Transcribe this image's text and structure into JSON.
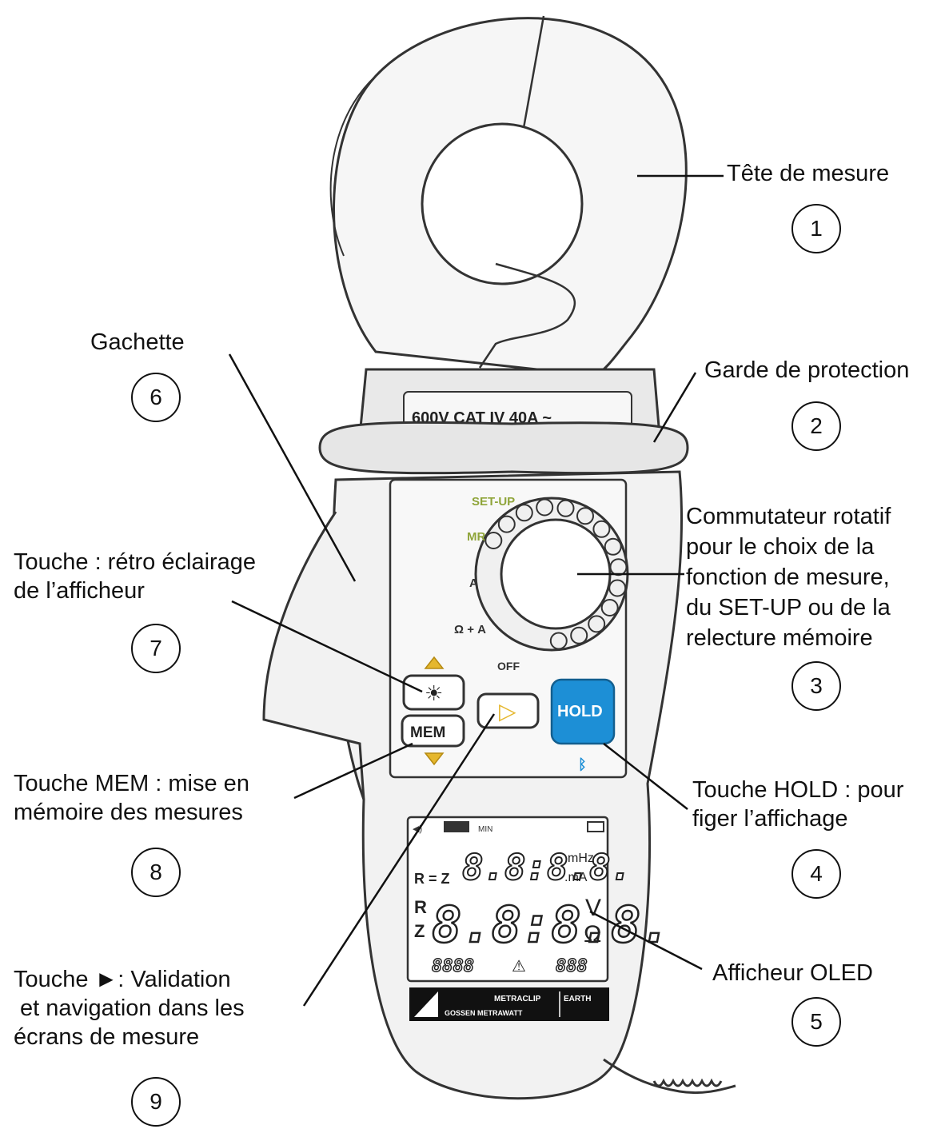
{
  "callouts": [
    {
      "id": "1",
      "lines": [
        "Tête de mesure"
      ]
    },
    {
      "id": "2",
      "lines": [
        "Garde de protection"
      ]
    },
    {
      "id": "3",
      "lines": [
        "Commutateur rotatif",
        "pour le choix de la",
        "fonction de mesure,",
        "du SET-UP ou de la",
        "relecture mémoire"
      ]
    },
    {
      "id": "4",
      "lines": [
        "Touche HOLD : pour",
        "figer l’affichage"
      ]
    },
    {
      "id": "5",
      "lines": [
        "Afficheur OLED"
      ]
    },
    {
      "id": "6",
      "lines": [
        "Gachette"
      ]
    },
    {
      "id": "7",
      "lines": [
        "Touche : rétro éclairage",
        "de l’afficheur"
      ]
    },
    {
      "id": "8",
      "lines": [
        "Touche MEM : mise en",
        "mémoire des mesures"
      ]
    },
    {
      "id": "9",
      "lines": [
        "Touche ►: Validation",
        " et navigation dans les",
        "écrans de mesure"
      ]
    }
  ],
  "device": {
    "rating": "600V  CAT IV  40A  ~",
    "dial": {
      "setup": "SET-UP",
      "mr": "MR",
      "a": "A",
      "ohm_a": "Ω + A",
      "off": "OFF"
    },
    "buttons": {
      "hold": "HOLD",
      "mem": "MEM",
      "backlight_symbol": "☀",
      "enter_symbol": "▷"
    },
    "display": {
      "top_digits": "8.8:8.8.",
      "top_units": [
        "mHz",
        ".mA"
      ],
      "top_prefix": "R = Z",
      "main_digits": "8.8:8.8.",
      "main_units": [
        "V",
        "Ω"
      ],
      "main_prefix": [
        "R",
        "Z"
      ],
      "bottom_left": "8888",
      "bottom_right": "888"
    },
    "brand": {
      "product": "METRACLIP",
      "series": "EARTH",
      "maker": "GOSSEN METRAWATT"
    }
  },
  "colors": {
    "hold_button": "#1d8fd6",
    "dial_labels": "#8fa53a",
    "arrows": "#e5b72e",
    "enter_arrow": "#e5b72e",
    "outline": "#333333"
  }
}
